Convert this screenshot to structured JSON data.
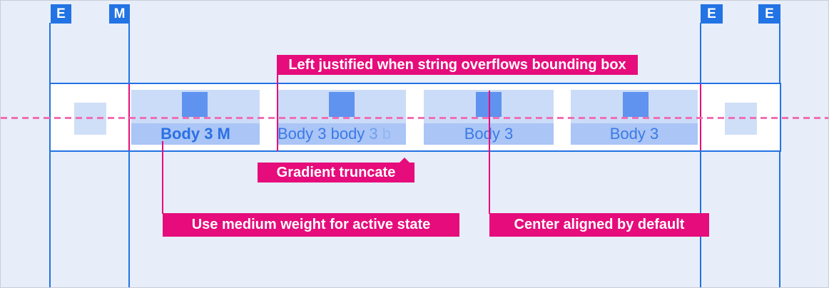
{
  "markers": [
    "E",
    "M",
    "E",
    "E"
  ],
  "tab_bar": {
    "tabs": [
      {
        "label": "Body 3 M",
        "state": "active",
        "alignment": "center"
      },
      {
        "full_label": "Body 3 body 3 b",
        "parts": [
          {
            "text": "Body 3 body"
          },
          {
            "text": " 3"
          },
          {
            "text": " b"
          }
        ],
        "state": "gradient-truncated",
        "alignment": "left"
      },
      {
        "label": "Body 3",
        "state": "default",
        "alignment": "center"
      },
      {
        "label": "Body 3",
        "state": "default",
        "alignment": "center"
      }
    ]
  },
  "annotations": {
    "left_justified": "Left justified when string overflows bounding box",
    "gradient_truncate": "Gradient truncate",
    "medium_weight": "Use medium weight for active state",
    "center_aligned": "Center aligned by default"
  },
  "colors": {
    "background": "#e7edf9",
    "guide_blue": "#2273e3",
    "annotation_magenta": "#e60c7c",
    "baseline_pink": "#f06eb4",
    "tab_icon_area": "#cbdcf8",
    "tab_label_area": "#aac5f6",
    "tab_icon": "#5f93ef",
    "active_text": "#2b70e3",
    "inactive_text": "#3b7ae6"
  }
}
